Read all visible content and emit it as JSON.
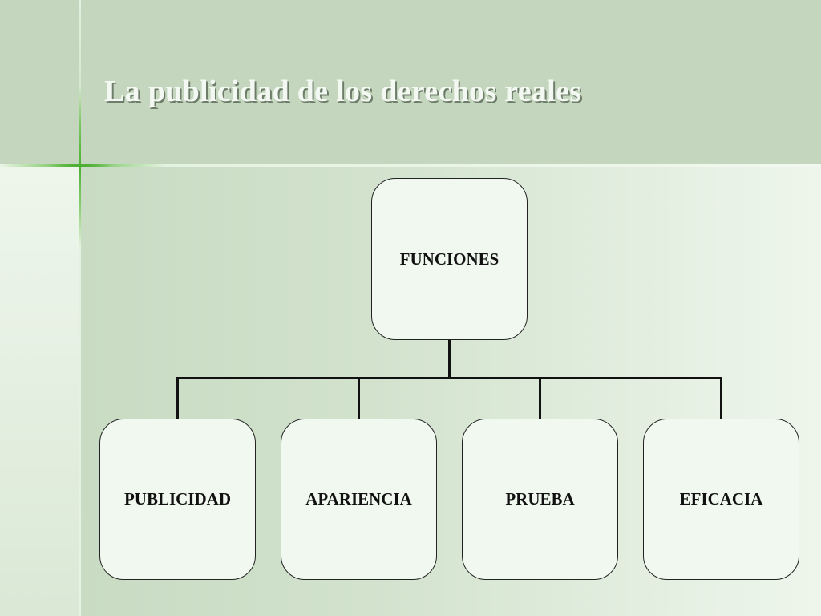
{
  "slide": {
    "title": "La publicidad de los derechos reales"
  },
  "diagram": {
    "root": {
      "label": "FUNCIONES"
    },
    "children": [
      {
        "label": "PUBLICIDAD"
      },
      {
        "label": "APARIENCIA"
      },
      {
        "label": "PRUEBA"
      },
      {
        "label": "EFICACIA"
      }
    ]
  },
  "colors": {
    "header_band": "#c4d7be",
    "node_fill": "#f1f8ef",
    "accent_green": "#4caf34",
    "title_text": "#f4f8f2"
  }
}
